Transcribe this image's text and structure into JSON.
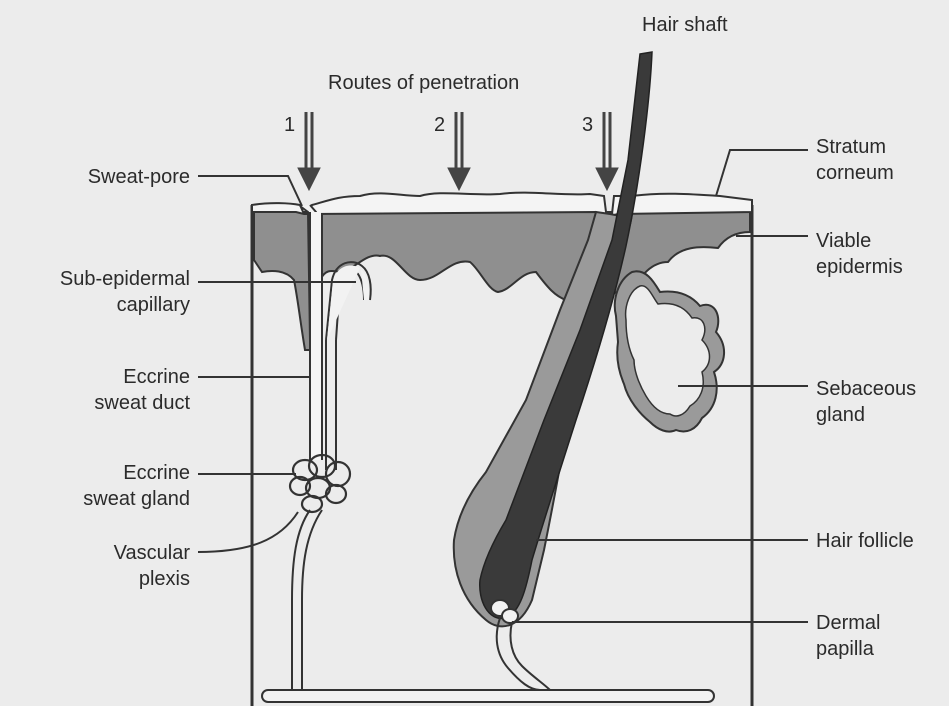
{
  "title": "Routes of penetration",
  "routes": [
    "1",
    "2",
    "3"
  ],
  "labels": {
    "hair_shaft": "Hair shaft",
    "sweat_pore": "Sweat-pore",
    "sub_epidermal_capillary": [
      "Sub-epidermal",
      "capillary"
    ],
    "eccrine_sweat_duct": [
      "Eccrine",
      "sweat duct"
    ],
    "eccrine_sweat_gland": [
      "Eccrine",
      "sweat gland"
    ],
    "vascular_plexis": [
      "Vascular",
      "plexis"
    ],
    "stratum_corneum": [
      "Stratum",
      "corneum"
    ],
    "viable_epidermis": [
      "Viable",
      "epidermis"
    ],
    "sebaceous_gland": [
      "Sebaceous",
      "gland"
    ],
    "hair_follicle": "Hair follicle",
    "dermal_papilla": [
      "Dermal",
      "papilla"
    ]
  },
  "colors": {
    "background": "#ececec",
    "epidermis": "#8f8f8f",
    "follicle_sheath": "#9a9a9a",
    "hair_shaft": "#3a3a3a",
    "outline": "#333333",
    "stratum_corneum": "#f4f4f4"
  }
}
